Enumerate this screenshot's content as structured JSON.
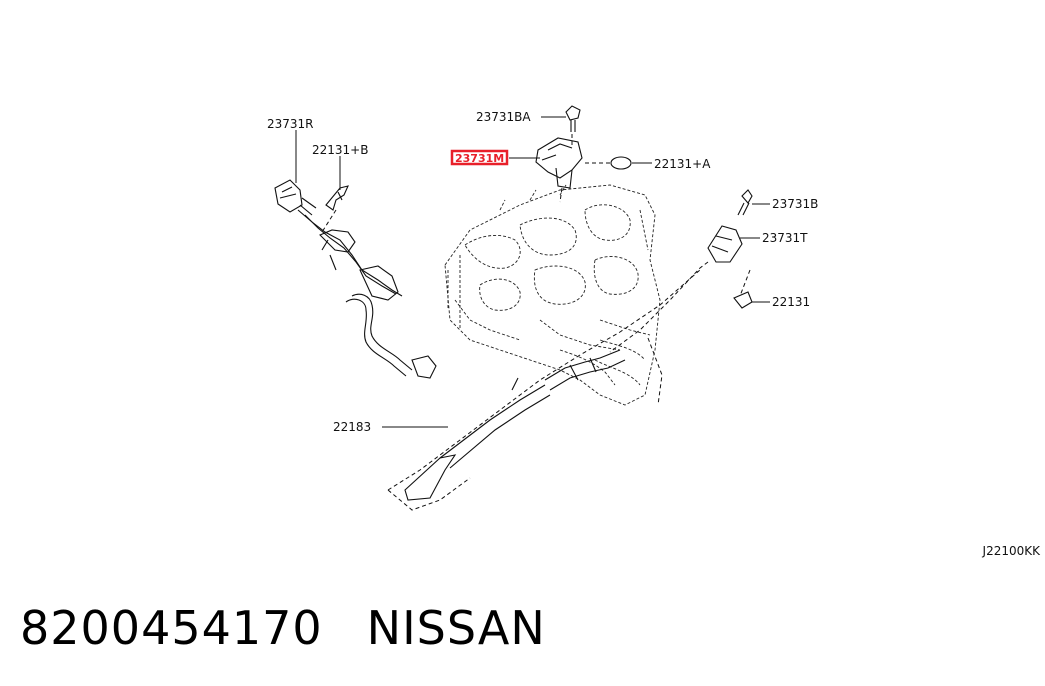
{
  "diagram": {
    "code": "J22100KK",
    "highlight_color": "#e8202a",
    "callouts": [
      {
        "id": "c1",
        "text": "23731R"
      },
      {
        "id": "c2",
        "text": "22131+B"
      },
      {
        "id": "c3",
        "text": "23731BA"
      },
      {
        "id": "c4",
        "text": "23731M",
        "highlighted": true
      },
      {
        "id": "c5",
        "text": "22131+A"
      },
      {
        "id": "c6",
        "text": "23731B"
      },
      {
        "id": "c7",
        "text": "23731T"
      },
      {
        "id": "c8",
        "text": "22131"
      },
      {
        "id": "c9",
        "text": "22183"
      }
    ]
  },
  "footer": {
    "part_number": "8200454170",
    "brand": "NISSAN"
  }
}
